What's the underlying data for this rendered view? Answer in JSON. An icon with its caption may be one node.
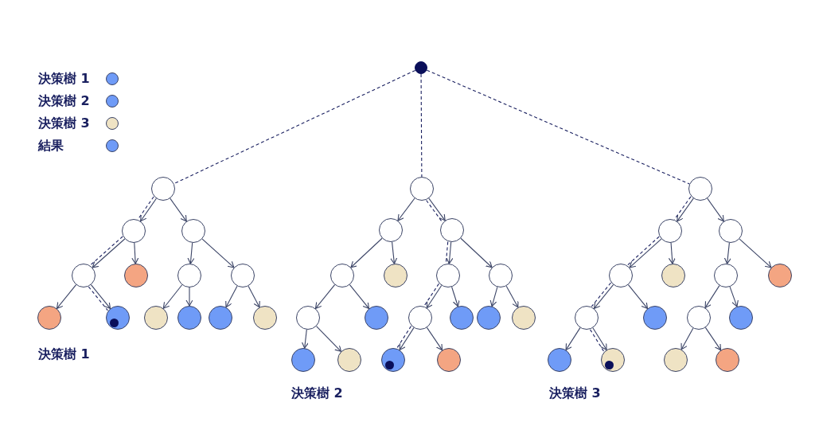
{
  "diagram": {
    "nodes": [
      {
        "text": [],
        "shape": "circle"
      },
      {
        "text": [],
        "shape": "circle"
      },
      {
        "text": [],
        "shape": "circle"
      },
      {
        "text": [],
        "shape": "circle"
      },
      {
        "text": [],
        "shape": "circle"
      },
      {
        "text": [],
        "shape": "circle"
      },
      {
        "text": [],
        "shape": "circle"
      },
      {
        "text": [],
        "shape": "circle"
      },
      {
        "text": [],
        "shape": "circle"
      },
      {
        "text": [],
        "shape": "circle"
      },
      {
        "text": [],
        "shape": "circle"
      },
      {
        "text": [],
        "shape": "circle"
      },
      {
        "text": [],
        "shape": "circle"
      },
      {
        "text": [],
        "shape": "circle"
      },
      {
        "text": [],
        "shape": "circle"
      },
      {
        "text": [],
        "shape": "circle"
      },
      {
        "text": [],
        "shape": "circle"
      },
      {
        "text": [],
        "shape": "circle"
      },
      {
        "text": [],
        "shape": "circle"
      },
      {
        "text": [],
        "shape": "circle"
      },
      {
        "text": [],
        "shape": "circle"
      },
      {
        "text": [],
        "shape": "circle"
      },
      {
        "text": [],
        "shape": "circle"
      },
      {
        "text": [],
        "shape": "circle"
      },
      {
        "text": [],
        "shape": "circle"
      },
      {
        "text": [],
        "shape": "circle"
      },
      {
        "text": [],
        "shape": "circle"
      },
      {
        "text": [],
        "shape": "circle"
      },
      {
        "text": [],
        "shape": "circle"
      },
      {
        "text": [],
        "shape": "circle"
      },
      {
        "text": [],
        "shape": "circle"
      },
      {
        "text": [],
        "shape": "circle"
      },
      {
        "text": [],
        "shape": "circle"
      },
      {
        "text": [],
        "shape": "circle"
      },
      {
        "text": [],
        "shape": "circle"
      },
      {
        "text": [],
        "shape": "circle"
      },
      {
        "text": [],
        "shape": "circle"
      },
      {
        "text": [],
        "shape": "circle"
      },
      {
        "text": [],
        "shape": "circle"
      },
      {
        "text": [],
        "shape": "circle"
      },
      {
        "text": [],
        "shape": "circle"
      },
      {
        "text": [],
        "shape": "circle"
      },
      {
        "text": [],
        "shape": "circle"
      },
      {
        "text": [],
        "shape": "circle"
      },
      {
        "text": [],
        "shape": "circle"
      },
      {
        "text": [],
        "shape": "circle"
      }
    ],
    "edges": [
      {
        "from": 0,
        "to": 1,
        "arrow": "none",
        "style": "dashed"
      },
      {
        "from": 0,
        "to": 14,
        "arrow": "none",
        "style": "dashed"
      },
      {
        "from": 0,
        "to": 31,
        "arrow": "none",
        "style": "dashed"
      },
      {
        "from": 1,
        "to": 2,
        "arrow": "none",
        "style": "dashed"
      },
      {
        "from": 2,
        "to": 4,
        "arrow": "none",
        "style": "dashed"
      },
      {
        "from": 4,
        "to": 9,
        "arrow": "none",
        "style": "dashed"
      },
      {
        "from": 14,
        "to": 16,
        "arrow": "none",
        "style": "dashed"
      },
      {
        "from": 16,
        "to": 19,
        "arrow": "none",
        "style": "dashed"
      },
      {
        "from": 19,
        "to": 23,
        "arrow": "none",
        "style": "dashed"
      },
      {
        "from": 23,
        "to": 29,
        "arrow": "none",
        "style": "dashed"
      },
      {
        "from": 31,
        "to": 32,
        "arrow": "none",
        "style": "dashed"
      },
      {
        "from": 32,
        "to": 34,
        "arrow": "none",
        "style": "dashed"
      },
      {
        "from": 34,
        "to": 38,
        "arrow": "none",
        "style": "dashed"
      },
      {
        "from": 38,
        "to": 43,
        "arrow": "none",
        "style": "dashed"
      },
      {
        "from": 1,
        "to": 2,
        "arrow": "to"
      },
      {
        "from": 1,
        "to": 3,
        "arrow": "to"
      },
      {
        "from": 2,
        "to": 4,
        "arrow": "to"
      },
      {
        "from": 2,
        "to": 5,
        "arrow": "to"
      },
      {
        "from": 3,
        "to": 6,
        "arrow": "to"
      },
      {
        "from": 3,
        "to": 7,
        "arrow": "to"
      },
      {
        "from": 4,
        "to": 8,
        "arrow": "to"
      },
      {
        "from": 4,
        "to": 9,
        "arrow": "to"
      },
      {
        "from": 6,
        "to": 10,
        "arrow": "to"
      },
      {
        "from": 6,
        "to": 11,
        "arrow": "to"
      },
      {
        "from": 7,
        "to": 12,
        "arrow": "to"
      },
      {
        "from": 7,
        "to": 13,
        "arrow": "to"
      },
      {
        "from": 14,
        "to": 15,
        "arrow": "to"
      },
      {
        "from": 14,
        "to": 16,
        "arrow": "to"
      },
      {
        "from": 15,
        "to": 17,
        "arrow": "to"
      },
      {
        "from": 15,
        "to": 18,
        "arrow": "to"
      },
      {
        "from": 16,
        "to": 19,
        "arrow": "to"
      },
      {
        "from": 16,
        "to": 20,
        "arrow": "to"
      },
      {
        "from": 17,
        "to": 21,
        "arrow": "to"
      },
      {
        "from": 17,
        "to": 22,
        "arrow": "to"
      },
      {
        "from": 19,
        "to": 23,
        "arrow": "to"
      },
      {
        "from": 19,
        "to": 24,
        "arrow": "to"
      },
      {
        "from": 20,
        "to": 25,
        "arrow": "to"
      },
      {
        "from": 20,
        "to": 26,
        "arrow": "to"
      },
      {
        "from": 21,
        "to": 27,
        "arrow": "to"
      },
      {
        "from": 21,
        "to": 28,
        "arrow": "to"
      },
      {
        "from": 23,
        "to": 29,
        "arrow": "to"
      },
      {
        "from": 23,
        "to": 30,
        "arrow": "to"
      },
      {
        "from": 31,
        "to": 32,
        "arrow": "to"
      },
      {
        "from": 31,
        "to": 33,
        "arrow": "to"
      },
      {
        "from": 32,
        "to": 34,
        "arrow": "to"
      },
      {
        "from": 32,
        "to": 35,
        "arrow": "to"
      },
      {
        "from": 33,
        "to": 36,
        "arrow": "to"
      },
      {
        "from": 33,
        "to": 37,
        "arrow": "to"
      },
      {
        "from": 34,
        "to": 38,
        "arrow": "to"
      },
      {
        "from": 34,
        "to": 39,
        "arrow": "to"
      },
      {
        "from": 36,
        "to": 40,
        "arrow": "to"
      },
      {
        "from": 36,
        "to": 41,
        "arrow": "to"
      },
      {
        "from": 38,
        "to": 42,
        "arrow": "to"
      },
      {
        "from": 38,
        "to": 43,
        "arrow": "to"
      },
      {
        "from": 40,
        "to": 44,
        "arrow": "to"
      },
      {
        "from": 40,
        "to": 45,
        "arrow": "to"
      }
    ],
    "labels": [
      "決策樹 1",
      "決策樹 2",
      "決策樹 3"
    ],
    "legend": [
      {
        "text": "決策樹 1",
        "color": "#6f9bf7"
      },
      {
        "text": "決策樹 2",
        "color": "#6f9bf7"
      },
      {
        "text": "決策樹 3",
        "color": "#efe3c4"
      },
      {
        "text": "結果",
        "color": "#6f9bf7"
      }
    ]
  }
}
